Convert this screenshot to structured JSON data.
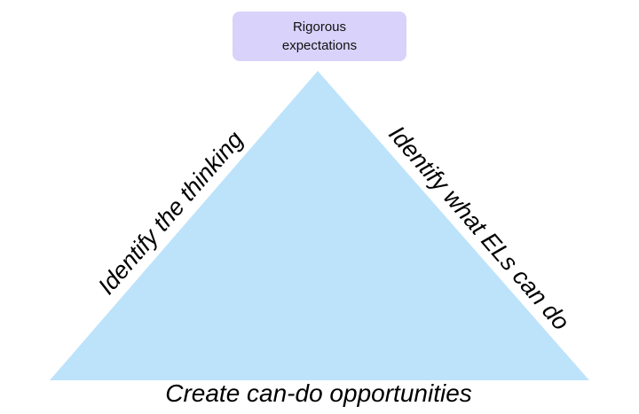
{
  "top_box": {
    "label_line1": "Rigorous",
    "label_line2": "expectations",
    "color": "#d9d2fa"
  },
  "triangle": {
    "color": "#bde3fb"
  },
  "labels": {
    "left_side": "Identify the thinking",
    "right_side": "Identify what ELs can do",
    "base": "Create can-do opportunities"
  }
}
